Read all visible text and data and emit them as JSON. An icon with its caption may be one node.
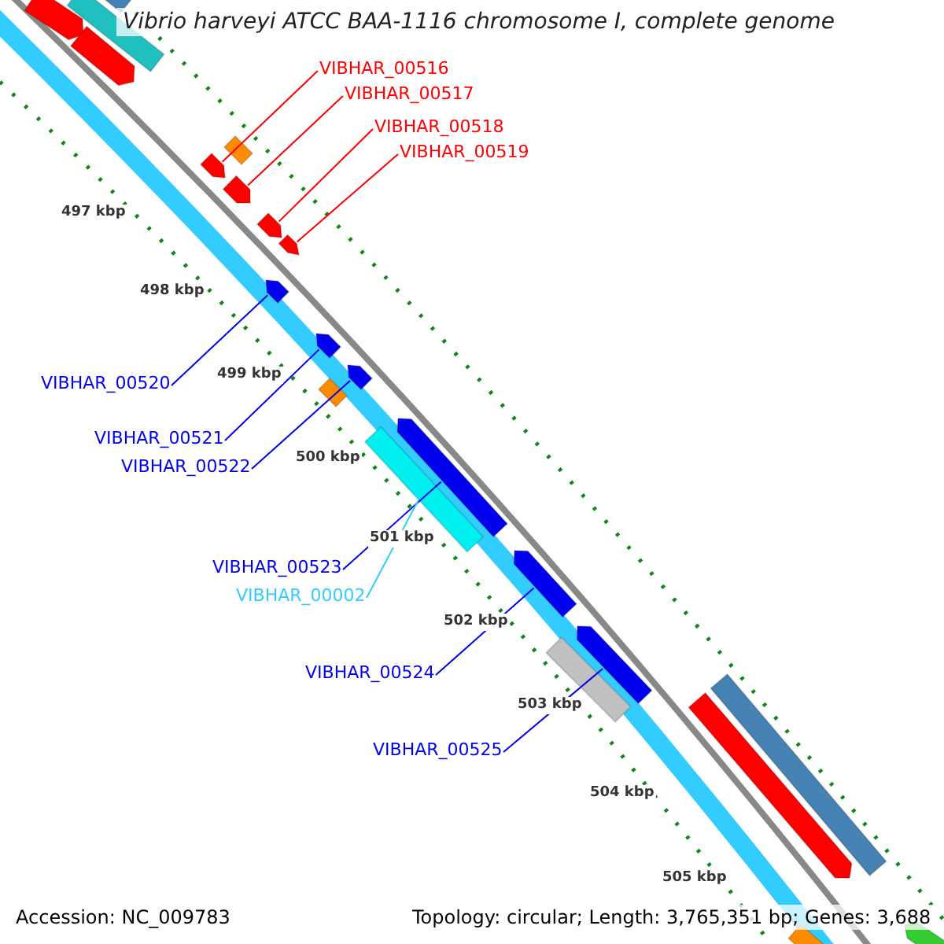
{
  "diagram": {
    "title": "Vibrio harveyi ATCC BAA-1116 chromosome I, complete genome",
    "nodes": [
      {
        "text": [
          "VIBHAR_00516"
        ]
      },
      {
        "text": [
          "VIBHAR_00517"
        ]
      },
      {
        "text": [
          "VIBHAR_00518"
        ]
      },
      {
        "text": [
          "VIBHAR_00519"
        ]
      },
      {
        "text": [
          "VIBHAR_00520"
        ]
      },
      {
        "text": [
          "VIBHAR_00521"
        ]
      },
      {
        "text": [
          "VIBHAR_00522"
        ]
      },
      {
        "text": [
          "VIBHAR_00523"
        ]
      },
      {
        "text": [
          "VIBHAR_00002"
        ]
      },
      {
        "text": [
          "VIBHAR_00524"
        ]
      },
      {
        "text": [
          "VIBHAR_00525"
        ]
      },
      {
        "text": [],
        "shape": "arrow"
      },
      {
        "text": [],
        "shape": "arrow"
      },
      {
        "text": [],
        "shape": "arrow"
      },
      {
        "text": [],
        "shape": "arrow"
      },
      {
        "text": [],
        "shape": "arrow"
      },
      {
        "text": [],
        "shape": "arrow"
      },
      {
        "text": [],
        "shape": "arrow"
      },
      {
        "text": [],
        "shape": "arrow"
      },
      {
        "text": [],
        "shape": "bar"
      },
      {
        "text": [],
        "shape": "arrow"
      },
      {
        "text": [],
        "shape": "arrow"
      },
      {
        "text": [],
        "shape": "arrow"
      },
      {
        "text": [],
        "shape": "arrow"
      },
      {
        "text": [],
        "shape": "bar"
      },
      {
        "text": [],
        "shape": "bar"
      },
      {
        "text": [],
        "shape": "box"
      },
      {
        "text": [],
        "shape": "box"
      },
      {
        "text": [],
        "shape": "bar"
      },
      {
        "text": [],
        "shape": "arrow"
      },
      {
        "text": [],
        "shape": "bar"
      },
      {
        "text": [],
        "shape": "box"
      },
      {
        "text": [],
        "shape": "arrow"
      }
    ],
    "edges": [
      {
        "from": 0,
        "to": 11,
        "arrow": "none",
        "color": "#ff0000"
      },
      {
        "from": 1,
        "to": 12,
        "arrow": "none",
        "color": "#ff0000"
      },
      {
        "from": 2,
        "to": 13,
        "arrow": "none",
        "color": "#ff0000"
      },
      {
        "from": 3,
        "to": 14,
        "arrow": "none",
        "color": "#ff0000"
      },
      {
        "from": 4,
        "to": 15,
        "arrow": "none"
      },
      {
        "from": 5,
        "to": 16,
        "arrow": "none"
      },
      {
        "from": 6,
        "to": 17,
        "arrow": "none"
      },
      {
        "from": 7,
        "to": 18,
        "arrow": "none"
      },
      {
        "from": 8,
        "to": 19,
        "arrow": "none",
        "color": "#33ccff"
      },
      {
        "from": 9,
        "to": 20,
        "arrow": "none"
      },
      {
        "from": 10,
        "to": 21,
        "arrow": "none"
      }
    ],
    "labels": [
      "497 kbp",
      "498 kbp",
      "499 kbp",
      "500 kbp",
      "501 kbp",
      "502 kbp",
      "503 kbp",
      "504 kbp",
      "505 kbp",
      "Accession: NC_009783",
      "Topology: circular; Length: 3,765,351 bp; Genes: 3,688"
    ]
  }
}
